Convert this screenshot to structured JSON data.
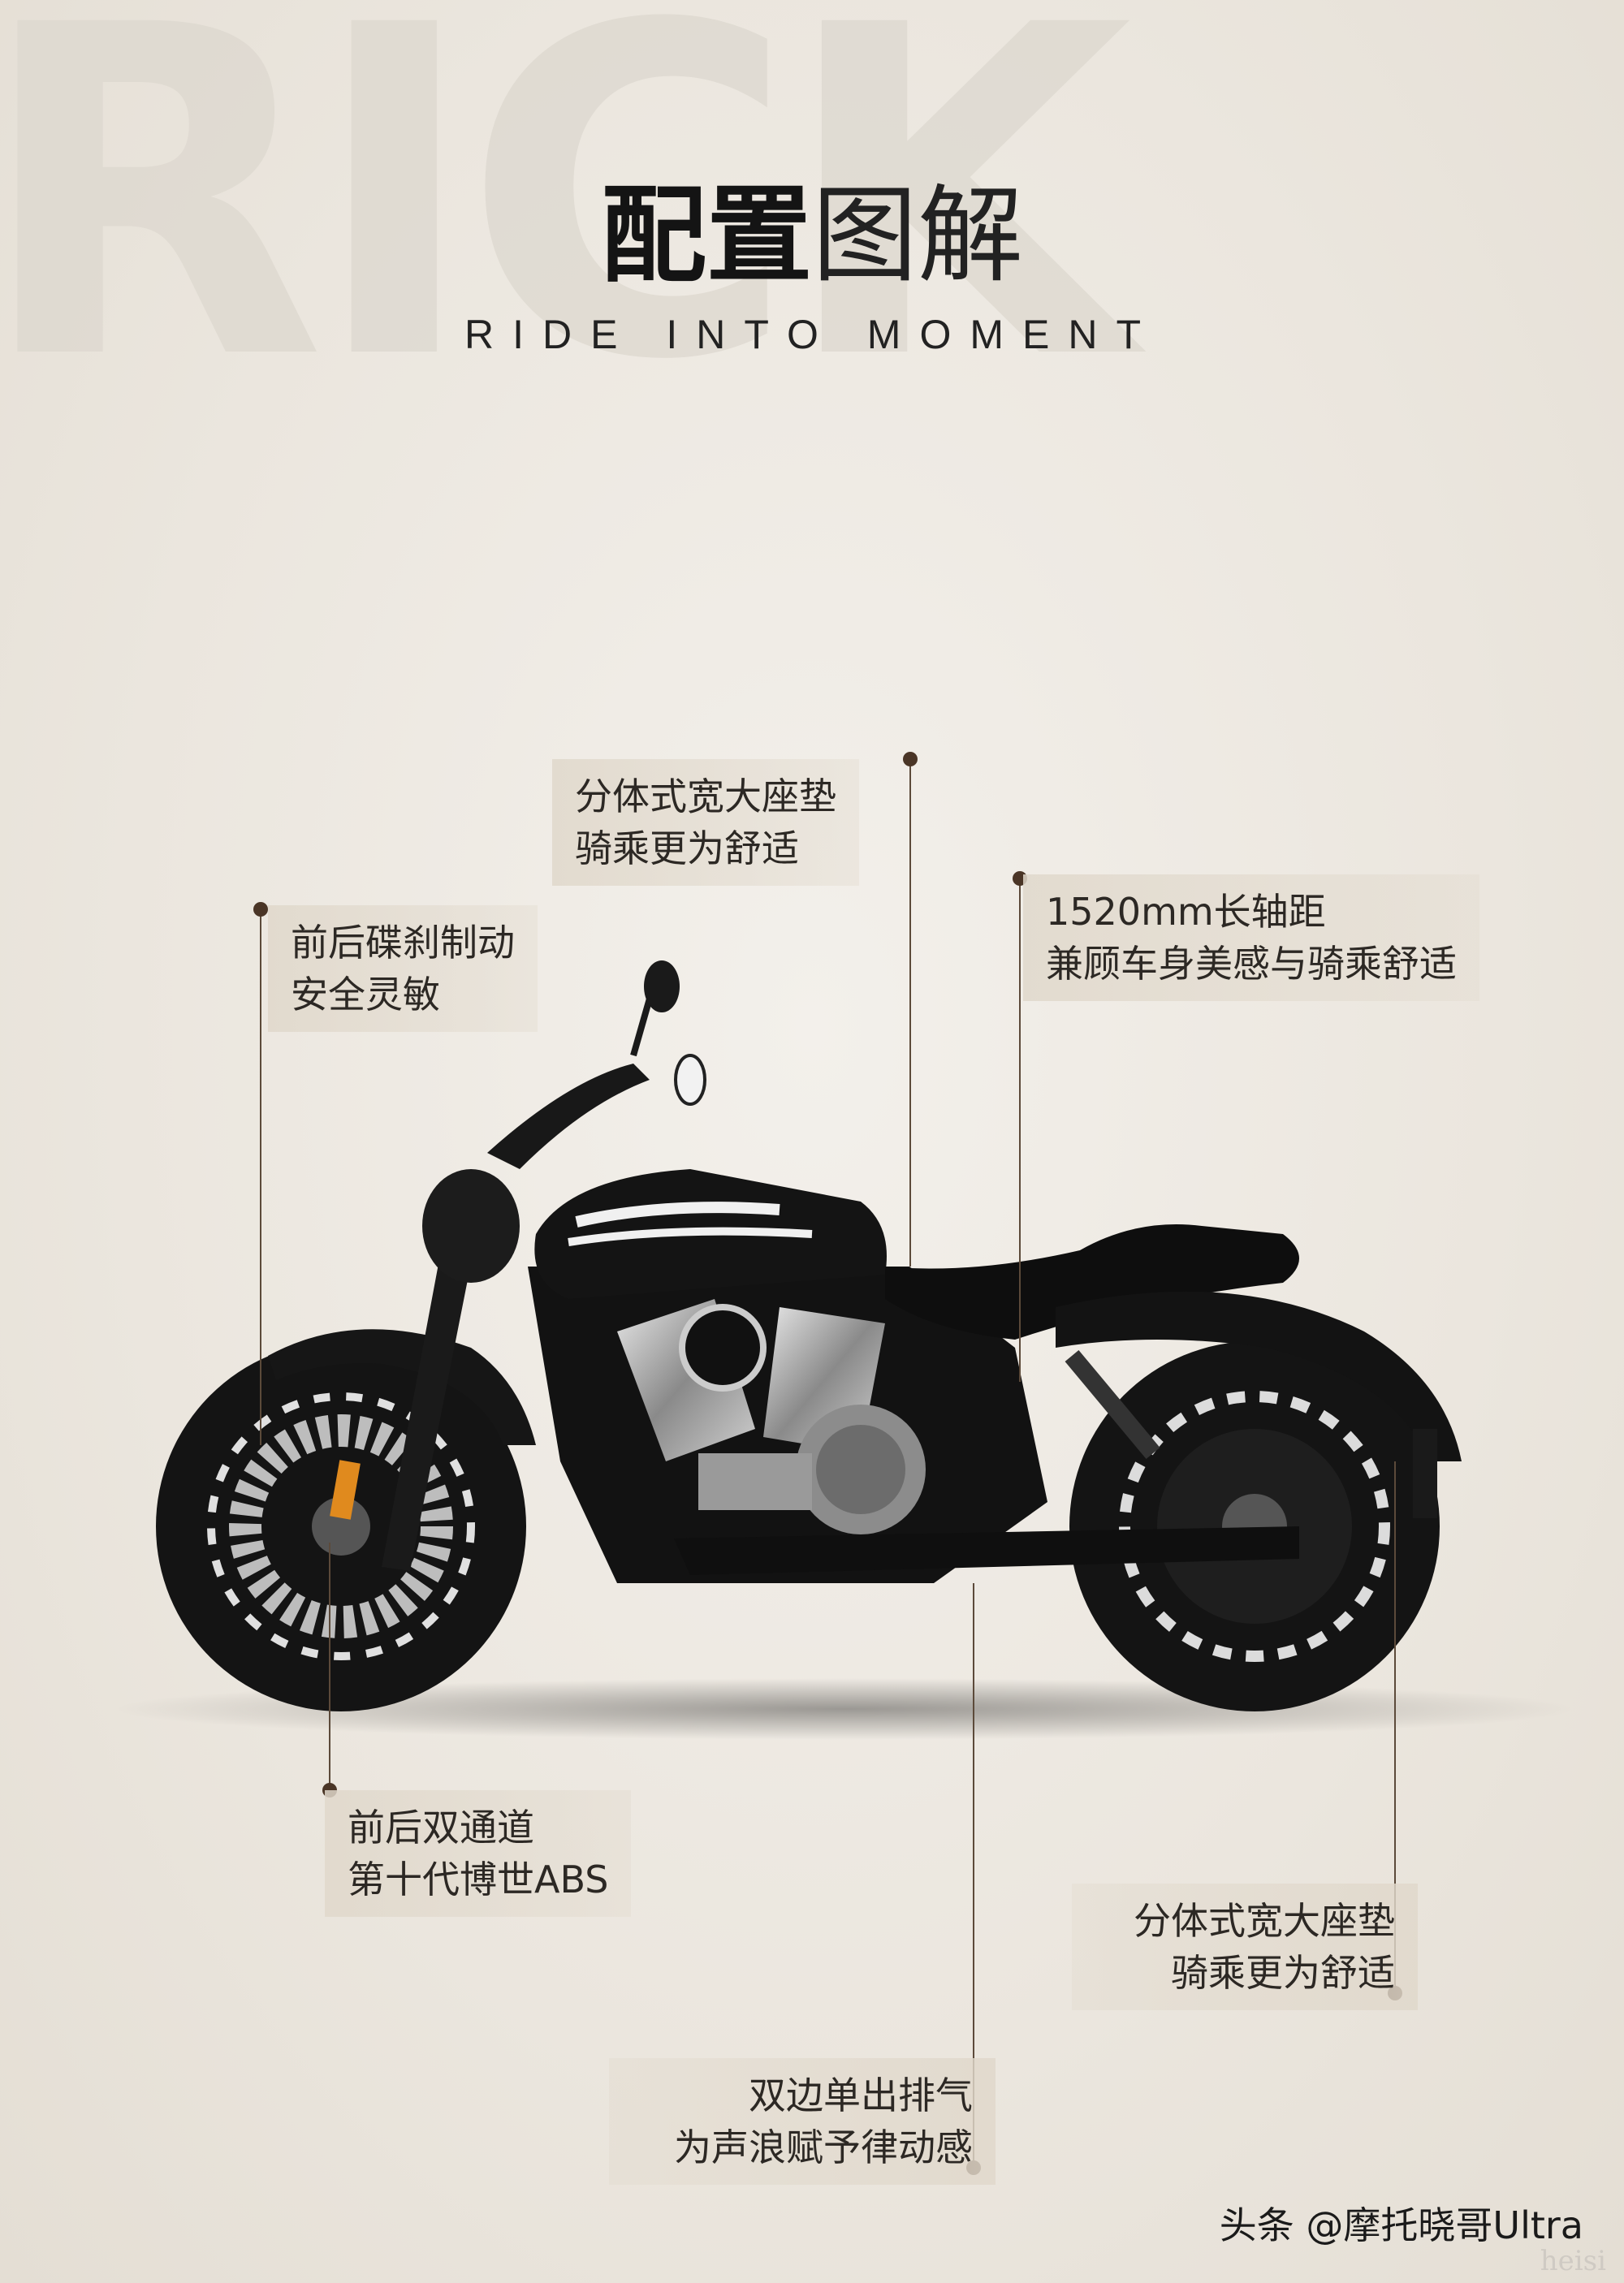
{
  "background_word": "RICK",
  "title": {
    "bold": "配置",
    "light": "图解"
  },
  "subtitle": "RIDE INTO MOMENT",
  "callouts": [
    {
      "id": "seat-top",
      "line1": "分体式宽大座垫",
      "line2": "骑乘更为舒适"
    },
    {
      "id": "brake",
      "line1": "前后碟刹制动",
      "line2": "安全灵敏"
    },
    {
      "id": "wheelbase",
      "line1": "1520mm长轴距",
      "line2": "兼顾车身美感与骑乘舒适"
    },
    {
      "id": "abs",
      "line1": "前后双通道",
      "line2": "第十代博世ABS"
    },
    {
      "id": "seat-bottom",
      "line1": "分体式宽大座垫",
      "line2": "骑乘更为舒适"
    },
    {
      "id": "exhaust",
      "line1": "双边单出排气",
      "line2": "为声浪赋予律动感"
    }
  ],
  "watermark": "头条 @摩托晓哥Ultra",
  "corner_mark": "heisi",
  "colors": {
    "line": "#5c4a3a",
    "dot": "#4a3526",
    "bike": "#151515",
    "chrome": "#bdbdbd"
  }
}
